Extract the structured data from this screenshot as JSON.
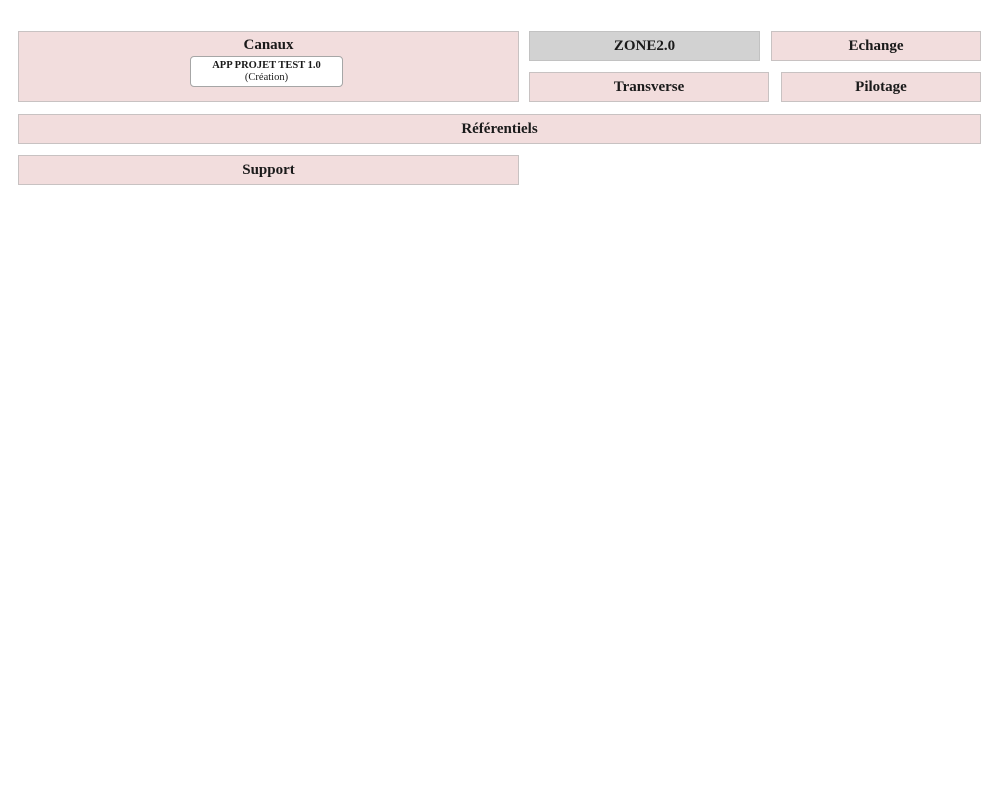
{
  "zones": {
    "canaux": {
      "label": "Canaux"
    },
    "zone2": {
      "label": "ZONE2.0"
    },
    "echange": {
      "label": "Echange"
    },
    "transverse": {
      "label": "Transverse"
    },
    "pilotage": {
      "label": "Pilotage"
    },
    "referentiels": {
      "label": "Référentiels"
    },
    "support": {
      "label": "Support"
    }
  },
  "app_node": {
    "name": "APP PROJET TEST 1.0",
    "status": "(Création)"
  },
  "colors": {
    "zone_fill_pink": "#f2dddd",
    "zone_border_pink": "#c8c2c2",
    "zone_fill_grey": "#d2d2d2",
    "zone_border_grey": "#c2c2c2",
    "app_node_fill": "#ffffff",
    "app_node_border": "#a6a6a6",
    "text": "#1a1a1a",
    "background": "#ffffff"
  }
}
